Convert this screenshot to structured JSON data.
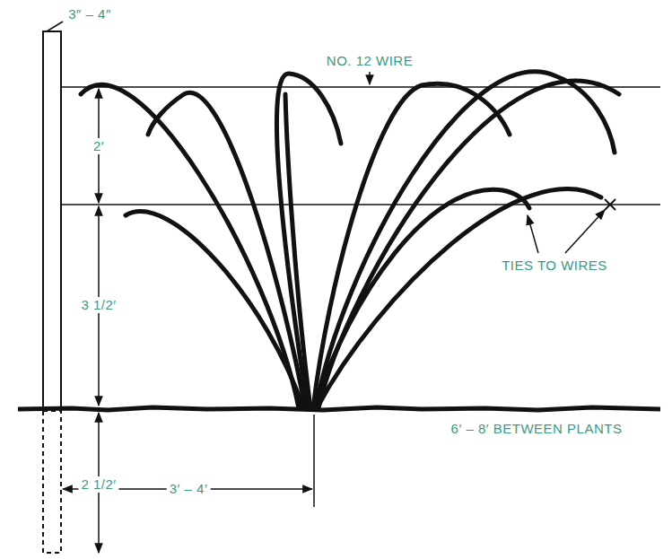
{
  "diagram": {
    "labels": [
      "3″ – 4″",
      "NO. 12 WIRE",
      "2′",
      "3 1/2′",
      "TIES TO WIRES",
      "6′ – 8′ BETWEEN PLANTS",
      "3′ – 4′",
      "2 1/2′"
    ]
  }
}
